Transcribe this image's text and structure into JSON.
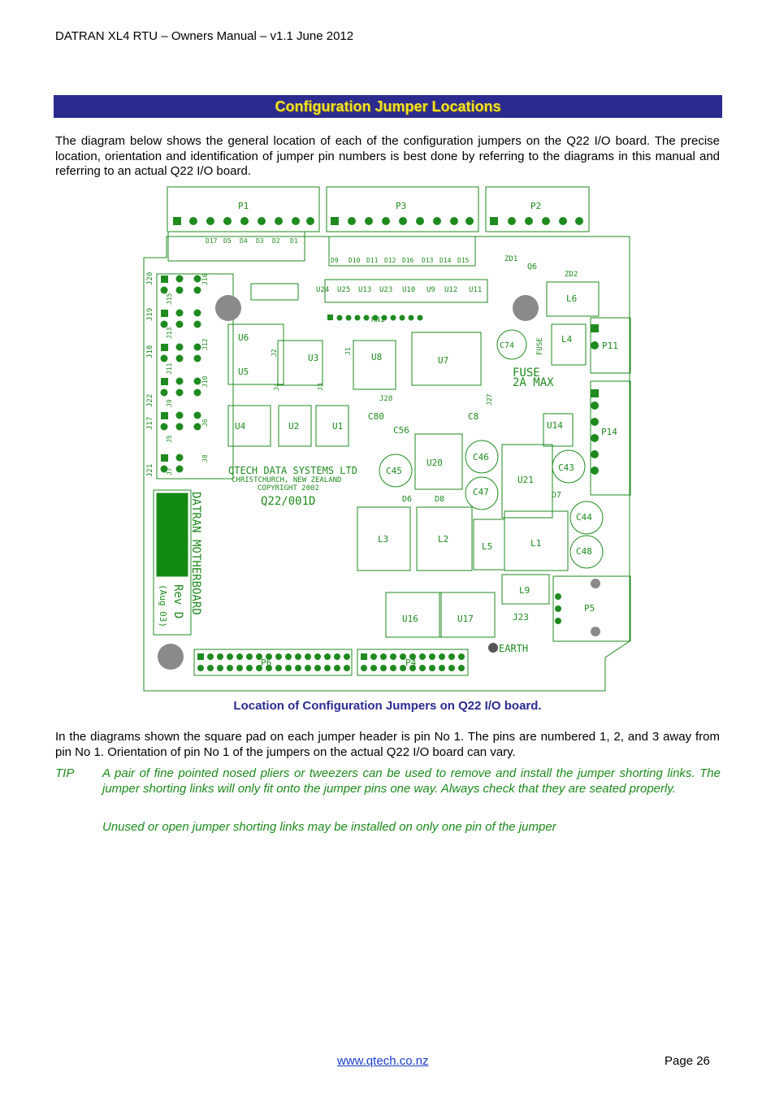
{
  "header": {
    "doc_title": "DATRAN XL4 RTU – Owners Manual – v1.1 June 2012"
  },
  "section": {
    "title": "Configuration Jumper Locations"
  },
  "intro": "The diagram below shows the general location of each of the configuration jumpers on the Q22 I/O board.  The precise location, orientation and identification of jumper pin numbers is best done by referring to the diagrams in this manual and referring to an actual Q22 I/O board.",
  "board": {
    "connectors": {
      "p1": "P1",
      "p3": "P3",
      "p2": "P2",
      "p11": "P11",
      "p14": "P14",
      "p5": "P5",
      "p6": "P6",
      "p4": "P4"
    },
    "company": [
      "QTECH DATA SYSTEMS LTD",
      "CHRISTCHURCH, NEW ZEALAND",
      "COPYRIGHT 2002"
    ],
    "board_id": "Q22/001D",
    "side_title": "DATRAN MOTHERBOARD",
    "rev": "Rev D",
    "rev_date": "(Aug 03)",
    "fuse": [
      "FUSE",
      "2A MAX"
    ],
    "fuse_label": "FUSE",
    "earth": "EARTH",
    "rn1": "RN1",
    "chips": [
      "U6",
      "U5",
      "U3",
      "U8",
      "U7",
      "U4",
      "U2",
      "U1",
      "U14",
      "U20",
      "U21",
      "U16",
      "U17"
    ],
    "inductors": [
      "L6",
      "L4",
      "L3",
      "L2",
      "L5",
      "L1",
      "L9"
    ],
    "caps": [
      "C74",
      "C45",
      "C46",
      "C47",
      "C43",
      "C44",
      "C48",
      "C80",
      "C56",
      "C8"
    ],
    "jumpers": [
      "J20",
      "J15",
      "J16",
      "J19",
      "J13",
      "J18",
      "J11",
      "J10",
      "J22",
      "J9",
      "J12",
      "J17",
      "J5",
      "J6",
      "J21",
      "J7",
      "J8",
      "J2",
      "J1",
      "J3",
      "J4",
      "J27",
      "J28",
      "J23"
    ],
    "diodes": [
      "D6",
      "D8",
      "D7",
      "D5",
      "D2",
      "D1",
      "ZD1",
      "ZD2",
      "Q6"
    ],
    "top_leds": [
      "D17",
      "D5",
      "D4",
      "D3",
      "D2",
      "D1"
    ],
    "top_leds2": [
      "D9",
      "D10",
      "D11",
      "D12",
      "D16",
      "D13",
      "D14",
      "D15"
    ],
    "ics_row": [
      "U24",
      "U25",
      "U13",
      "U23",
      "U10",
      "U9",
      "U12",
      "U11"
    ]
  },
  "caption": "Location of Configuration Jumpers on Q22 I/O board.",
  "pin_note": "In the diagrams shown the square pad on each jumper header is pin No 1.  The pins are numbered 1, 2, and 3 away from pin No 1.  Orientation of pin No 1 of the jumpers on the actual Q22 I/O board can vary.",
  "tip": {
    "label": "TIP",
    "text1": "A pair of fine pointed nosed pliers or tweezers can be used to remove and install the jumper shorting links.  The jumper shorting links will only fit onto the jumper pins one way.  Always check that they are seated properly.",
    "text2": "Unused or open jumper shorting links may be installed on only one pin of the jumper"
  },
  "footer": {
    "url": "www.qtech.co.nz",
    "page": "Page 26"
  },
  "colors": {
    "banner_bg": "#2b2b8f",
    "banner_text": "#f4e22a",
    "caption": "#2b2b8f",
    "tip": "#1c8a1c",
    "pcb_green": "#1f8a1f"
  }
}
